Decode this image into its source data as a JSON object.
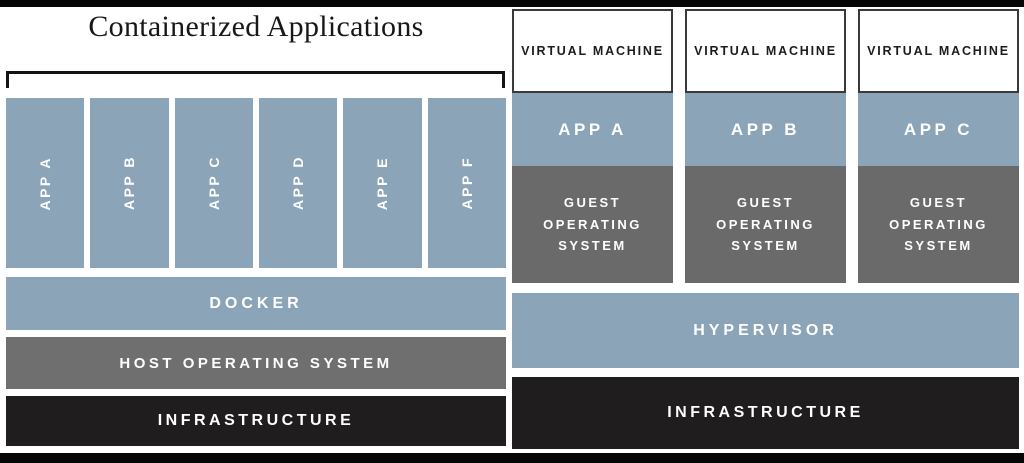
{
  "colors": {
    "app_blue": "#8ba4b8",
    "layer_gray": "#6f6f6f",
    "guest_gray": "#6a6a6a",
    "infra_black": "#1f1d1d",
    "vm_border": "#3a3a3a",
    "edge_black": "#060606"
  },
  "left": {
    "title": "Containerized Applications",
    "apps": [
      "APP A",
      "APP B",
      "APP C",
      "APP D",
      "APP E",
      "APP F"
    ],
    "docker_label": "DOCKER",
    "host_os_label": "HOST OPERATING SYSTEM",
    "infrastructure_label": "INFRASTRUCTURE"
  },
  "right": {
    "machines": [
      {
        "header": "VIRTUAL MACHINE",
        "app": "APP A",
        "guest_os": "GUEST OPERATING SYSTEM"
      },
      {
        "header": "VIRTUAL MACHINE",
        "app": "APP B",
        "guest_os": "GUEST OPERATING SYSTEM"
      },
      {
        "header": "VIRTUAL MACHINE",
        "app": "APP C",
        "guest_os": "GUEST OPERATING SYSTEM"
      }
    ],
    "hypervisor_label": "HYPERVISOR",
    "infrastructure_label": "INFRASTRUCTURE"
  }
}
